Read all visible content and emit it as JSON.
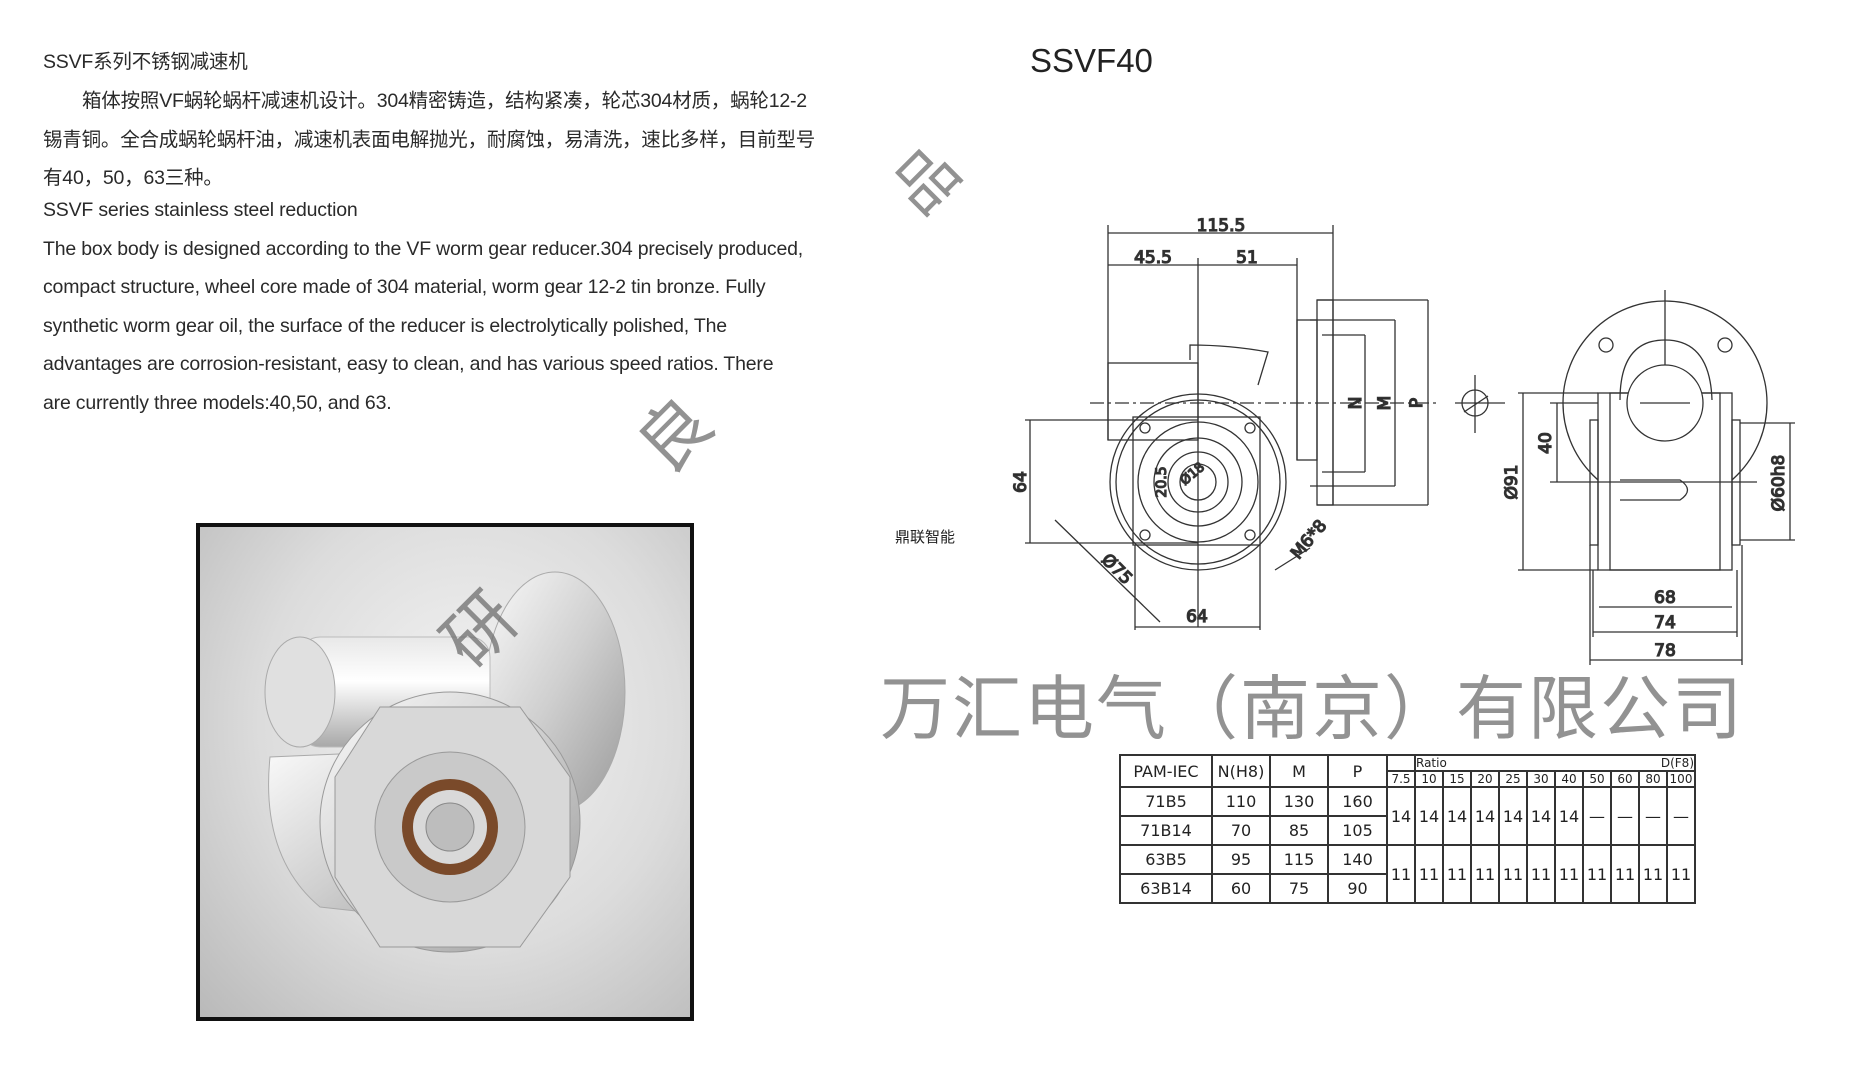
{
  "left_text": {
    "cn_title": "SSVF系列不锈钢减速机",
    "cn_lines": [
      "箱体按照VF蜗轮蜗杆减速机设计。304精密铸造，结构紧凑，轮芯304材质，蜗轮12-2",
      "锡青铜。全合成蜗轮蜗杆油，减速机表面电解抛光，耐腐蚀，易清洗，速比多样，目前型号",
      "有40，50，63三种。"
    ],
    "en_title": "SSVF series stainless steel reduction",
    "en_lines": [
      "The box body is designed according to the VF worm gear reducer.304 precisely produced,",
      "compact structure, wheel core made of 304 material, worm gear 12-2 tin bronze. Fully",
      "synthetic worm gear oil, the surface of the reducer is electrolytically polished, The",
      "advantages are corrosion-resistant, easy to clean, and has various speed ratios. There",
      "are currently three models:40,50, and 63."
    ]
  },
  "model_title": "SSVF40",
  "brand_label": "鼎联智能",
  "watermark": {
    "diagonal": "万汇电气（南京）有限公司",
    "char_1": "品",
    "char_2": "良",
    "char_3": "研"
  },
  "drawing": {
    "front": {
      "d_total": "115.5",
      "d_left": "45.5",
      "d_right": "51",
      "d_height": "64",
      "d_width": "64",
      "d_bolt_circle": "Ø75",
      "d_thread": "M6*8",
      "d_key": "20.5",
      "d_bore": "Ø18",
      "n_label": "N",
      "m_label": "M",
      "p_label": "P"
    },
    "side": {
      "d_68": "68",
      "d_74": "74",
      "d_78": "78",
      "d_91": "Ø91",
      "d_40": "40",
      "d_60": "Ø60h8"
    }
  },
  "spec_table": {
    "headers": [
      "PAM-IEC",
      "N(H8)",
      "M",
      "P"
    ],
    "ratio_label": "Ratio",
    "d_label": "D(F8)",
    "ratios": [
      "7.5",
      "10",
      "15",
      "20",
      "25",
      "30",
      "40",
      "50",
      "60",
      "80",
      "100"
    ],
    "rows": [
      [
        "71B5",
        "110",
        "130",
        "160"
      ],
      [
        "71B14",
        "70",
        "85",
        "105"
      ],
      [
        "63B5",
        "95",
        "115",
        "140"
      ],
      [
        "63B14",
        "60",
        "75",
        "90"
      ]
    ],
    "d_group_71": [
      "14",
      "14",
      "14",
      "14",
      "14",
      "14",
      "14",
      "—",
      "—",
      "—",
      "—"
    ],
    "d_group_63": [
      "11",
      "11",
      "11",
      "11",
      "11",
      "11",
      "11",
      "11",
      "11",
      "11",
      "11"
    ]
  }
}
